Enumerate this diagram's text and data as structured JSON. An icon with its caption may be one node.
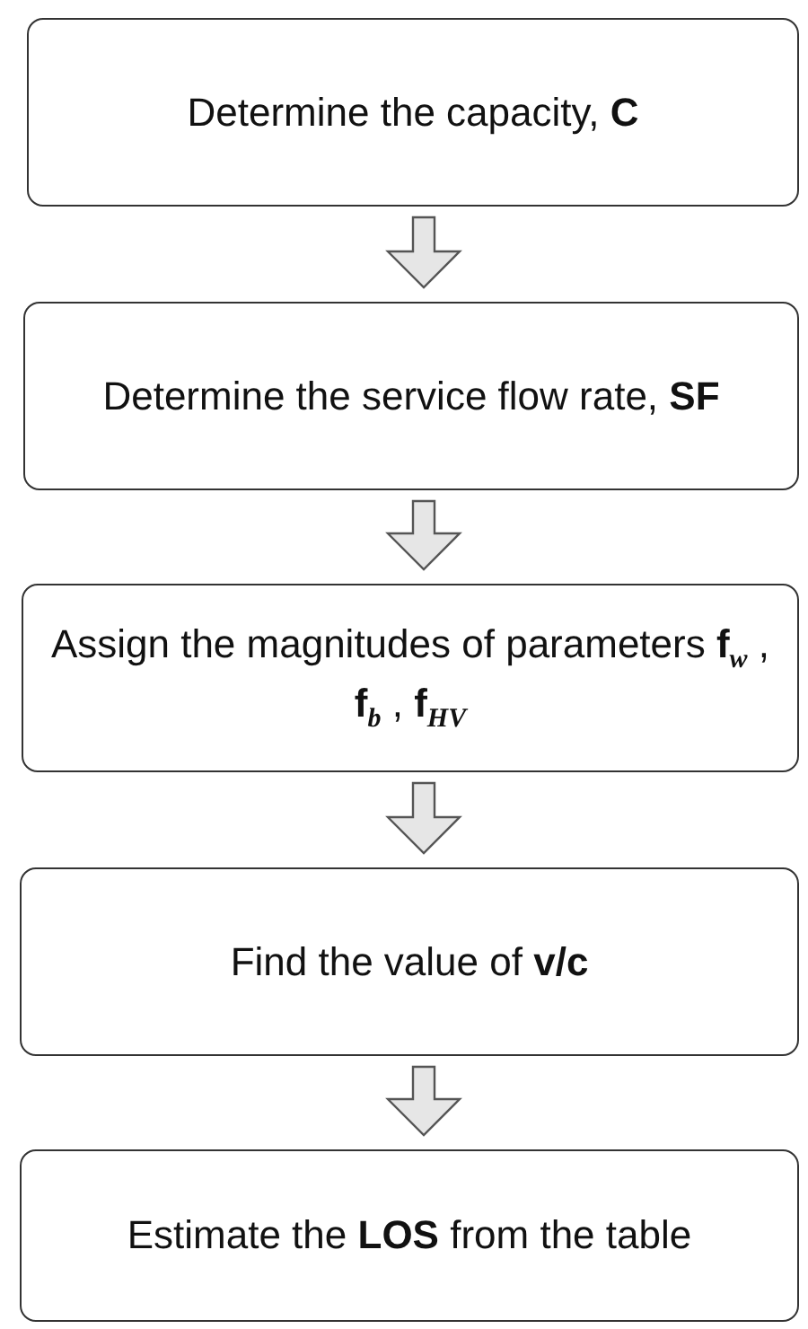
{
  "diagram": {
    "nodes": [
      {
        "text": [
          "Determine the capacity, **C**"
        ]
      },
      {
        "text": [
          "Determine the service flow rate, **SF**"
        ]
      },
      {
        "text": [
          "Assign the magnitudes of parameters **f**$_{w}$ , **f**$_{b}$ , **f**$_{HV}$"
        ]
      },
      {
        "text": [
          "Find the value of **v/c**"
        ]
      },
      {
        "text": [
          "Estimate the **LOS** from the table"
        ]
      }
    ],
    "edges": [
      {
        "from": 0,
        "to": 1,
        "arrow": "to"
      },
      {
        "from": 1,
        "to": 2,
        "arrow": "to"
      },
      {
        "from": 2,
        "to": 3,
        "arrow": "to"
      },
      {
        "from": 3,
        "to": 4,
        "arrow": "to"
      }
    ]
  }
}
